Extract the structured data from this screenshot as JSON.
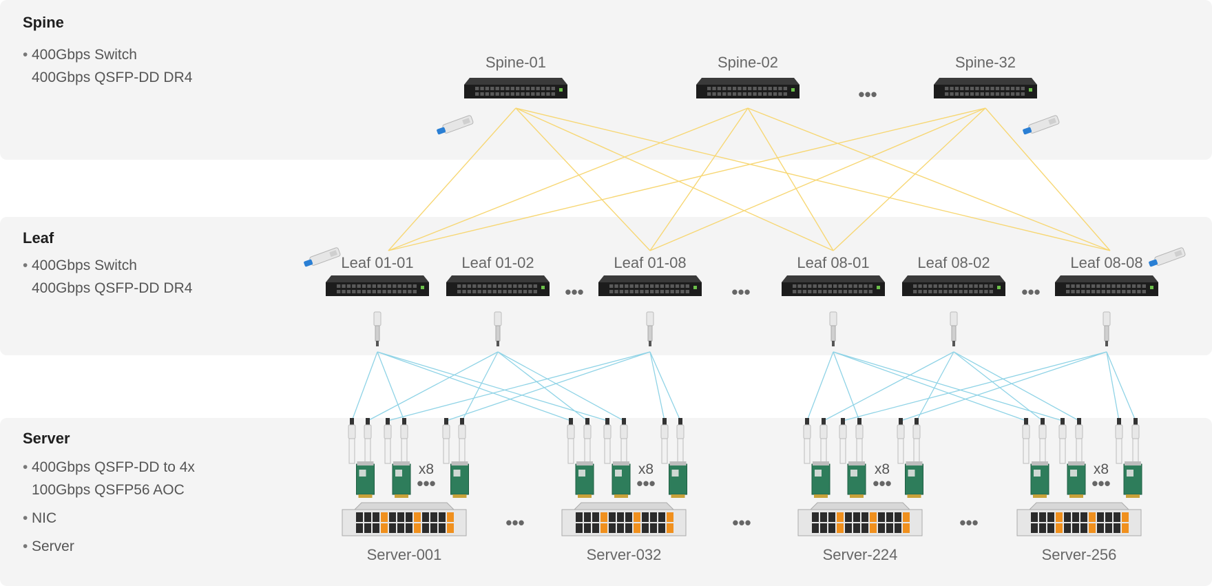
{
  "tiers": [
    {
      "key": "spine",
      "title": "Spine",
      "items": [
        [
          "400Gbps Switch",
          "400Gbps QSFP-DD DR4"
        ]
      ]
    },
    {
      "key": "leaf",
      "title": "Leaf",
      "items": [
        [
          "400Gbps Switch",
          "400Gbps QSFP-DD DR4"
        ]
      ]
    },
    {
      "key": "server",
      "title": "Server",
      "items": [
        [
          "400Gbps QSFP-DD to 4x",
          "100Gbps QSFP56 AOC"
        ],
        [
          "NIC"
        ],
        [
          "Server"
        ]
      ]
    }
  ],
  "spines": [
    "Spine-01",
    "Spine-02",
    "Spine-32"
  ],
  "leaves": [
    "Leaf 01-01",
    "Leaf 01-02",
    "Leaf 01-08",
    "Leaf 08-01",
    "Leaf 08-02",
    "Leaf 08-08"
  ],
  "servers": [
    "Server-001",
    "Server-032",
    "Server-224",
    "Server-256"
  ],
  "nic_multiplier": "x8",
  "ellipsis": "•••",
  "colors": {
    "spine_links": "#f7d774",
    "server_links": "#8fd3e6",
    "band": "#f4f4f4",
    "switch_body": "#1c1c1c",
    "nic_pcb": "#2e7d5b",
    "drive_accent": "#f0901e",
    "module_accent": "#2a7fd4"
  },
  "icons": {
    "switch": "network-switch-icon",
    "module": "qsfp-dd-module-icon",
    "aoc": "aoc-cable-icon",
    "nic": "nic-card-icon",
    "server": "rack-server-icon"
  }
}
